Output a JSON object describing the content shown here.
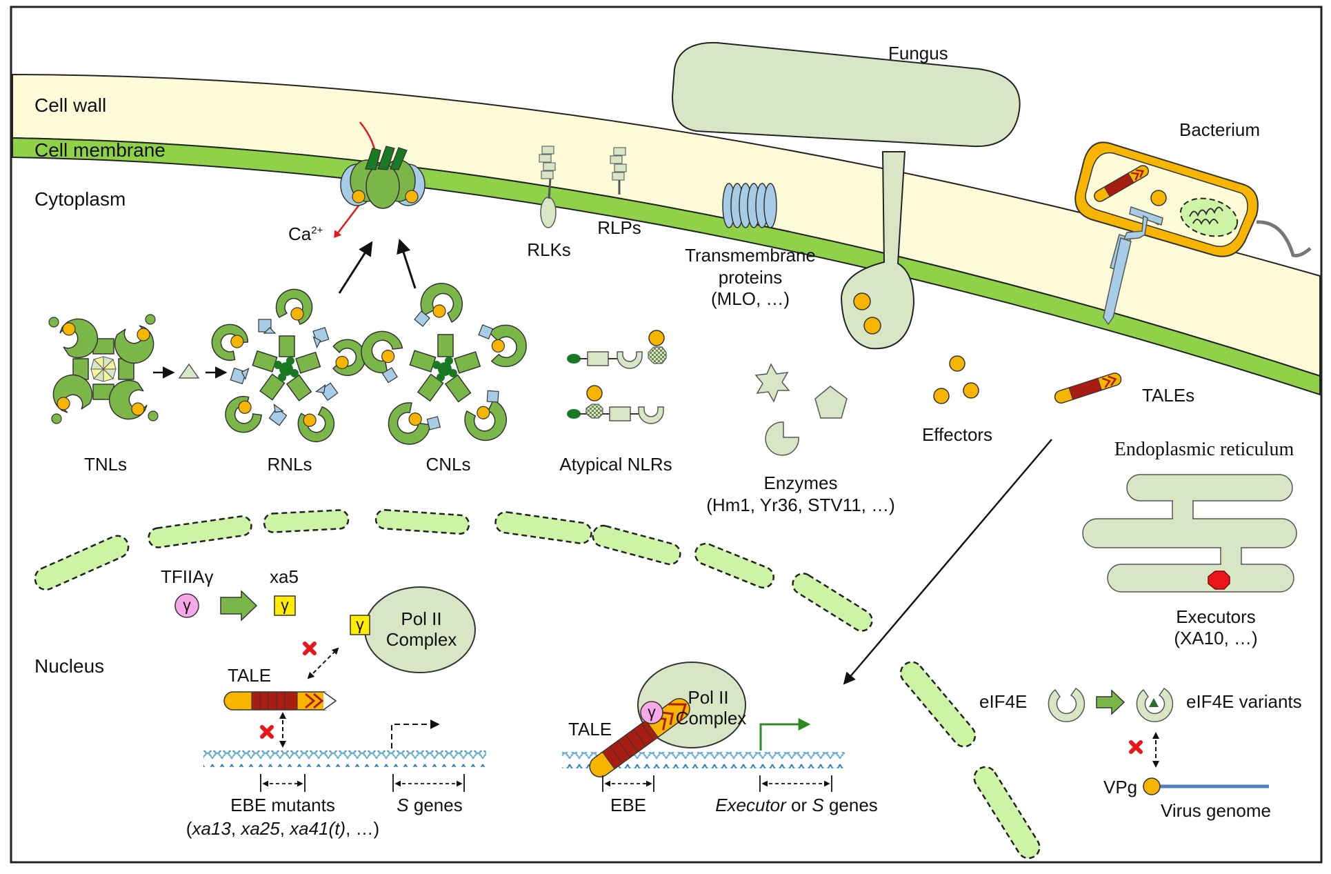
{
  "regions": {
    "cell_wall": "Cell wall",
    "cell_membrane": "Cell membrane",
    "cytoplasm": "Cytoplasm",
    "nucleus": "Nucleus",
    "er": "Endoplasmic reticulum"
  },
  "pathogens": {
    "fungus": "Fungus",
    "bacterium": "Bacterium"
  },
  "ion": {
    "base": "Ca",
    "sup": "2+"
  },
  "receptors": {
    "rlks": "RLKs",
    "rlps": "RLPs",
    "transmembrane": [
      "Transmembrane",
      "proteins",
      "(MLO, …)"
    ]
  },
  "nlrs": {
    "tnls": "TNLs",
    "rnls": "RNLs",
    "cnls": "CNLs",
    "atypical": "Atypical NLRs"
  },
  "enzymes": [
    "Enzymes",
    "(Hm1, Yr36, STV11, …)"
  ],
  "effectors": "Effectors",
  "tales": "TALEs",
  "executors": [
    "Executors",
    "(XA10, …)"
  ],
  "nucleus_panel": {
    "tf": "TFIIAγ",
    "xa5": "xa5",
    "gamma": "γ",
    "pol_line1": "Pol II",
    "pol_line2": "Complex",
    "tale": "TALE",
    "ebe_mutants": "EBE mutants",
    "ebe_examples": {
      "open": "(",
      "a": "xa13",
      "s1": ", ",
      "b": "xa25",
      "s2": ", ",
      "c": "xa41(t)",
      "close": ", …)"
    },
    "s_genes_s": "S",
    "s_genes_rest": " genes",
    "tale2": "TALE",
    "ebe": "EBE",
    "exec_executor": "Executor",
    "exec_or": " or ",
    "exec_s": "S",
    "exec_genes": " genes"
  },
  "virus": {
    "eif4e": "eIF4E",
    "variants": "eIF4E variants",
    "vpg": "VPg",
    "genome": "Virus genome"
  },
  "colors": {
    "cell_wall": "#fdfbd8",
    "membrane": "#8fd24a",
    "pale_green": "#d8e6c6",
    "nlr_green": "#7ab648",
    "light_blue": "#a7cde6",
    "orange": "#f7b500",
    "tale_red": "#a81d12",
    "nucleus_green": "#cdf3a5",
    "stop_red": "#e8161b",
    "pink": "#f7a8e6",
    "yellow": "#ffec00",
    "genome_blue": "#4f81bd"
  }
}
